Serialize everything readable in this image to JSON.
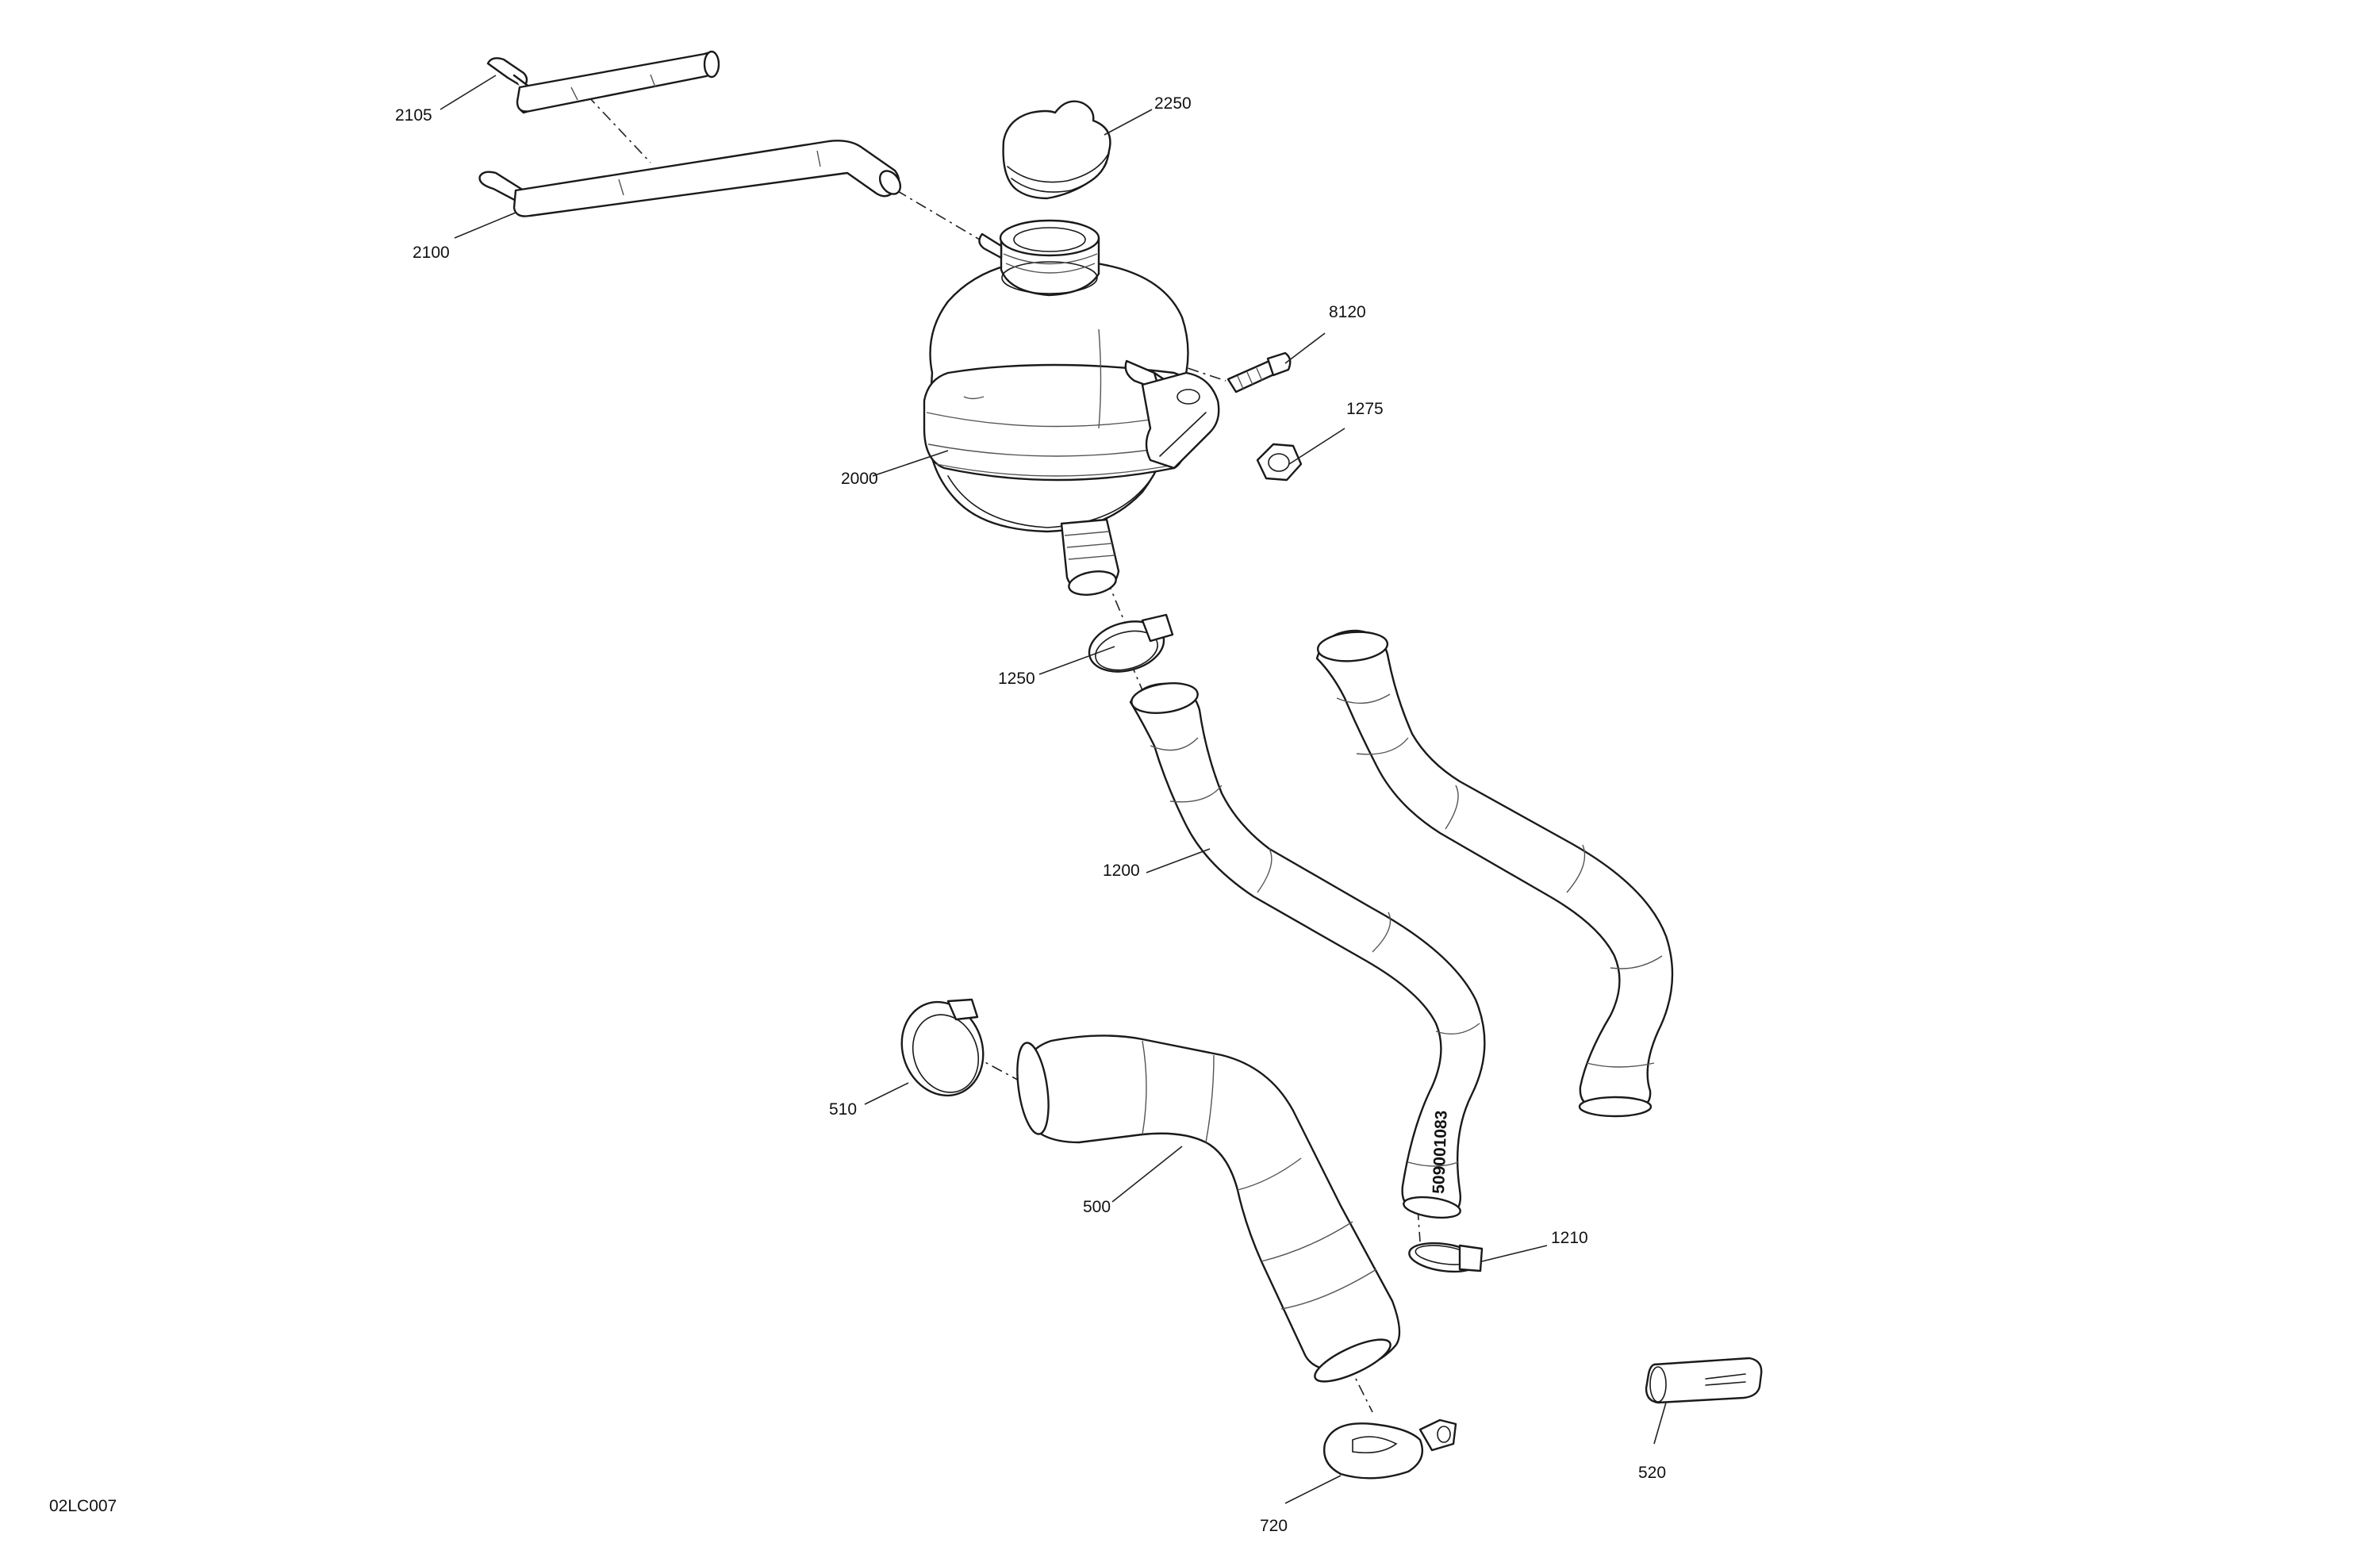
{
  "figure_code": "02LC007",
  "hose_marking": "509001083",
  "callouts": {
    "c2105": "2105",
    "c2100": "2100",
    "c2250": "2250",
    "c8120": "8120",
    "c1275": "1275",
    "c2000": "2000",
    "c1250": "1250",
    "c1200": "1200",
    "c510": "510",
    "c500": "500",
    "c1210": "1210",
    "c520": "520",
    "c720": "720"
  }
}
